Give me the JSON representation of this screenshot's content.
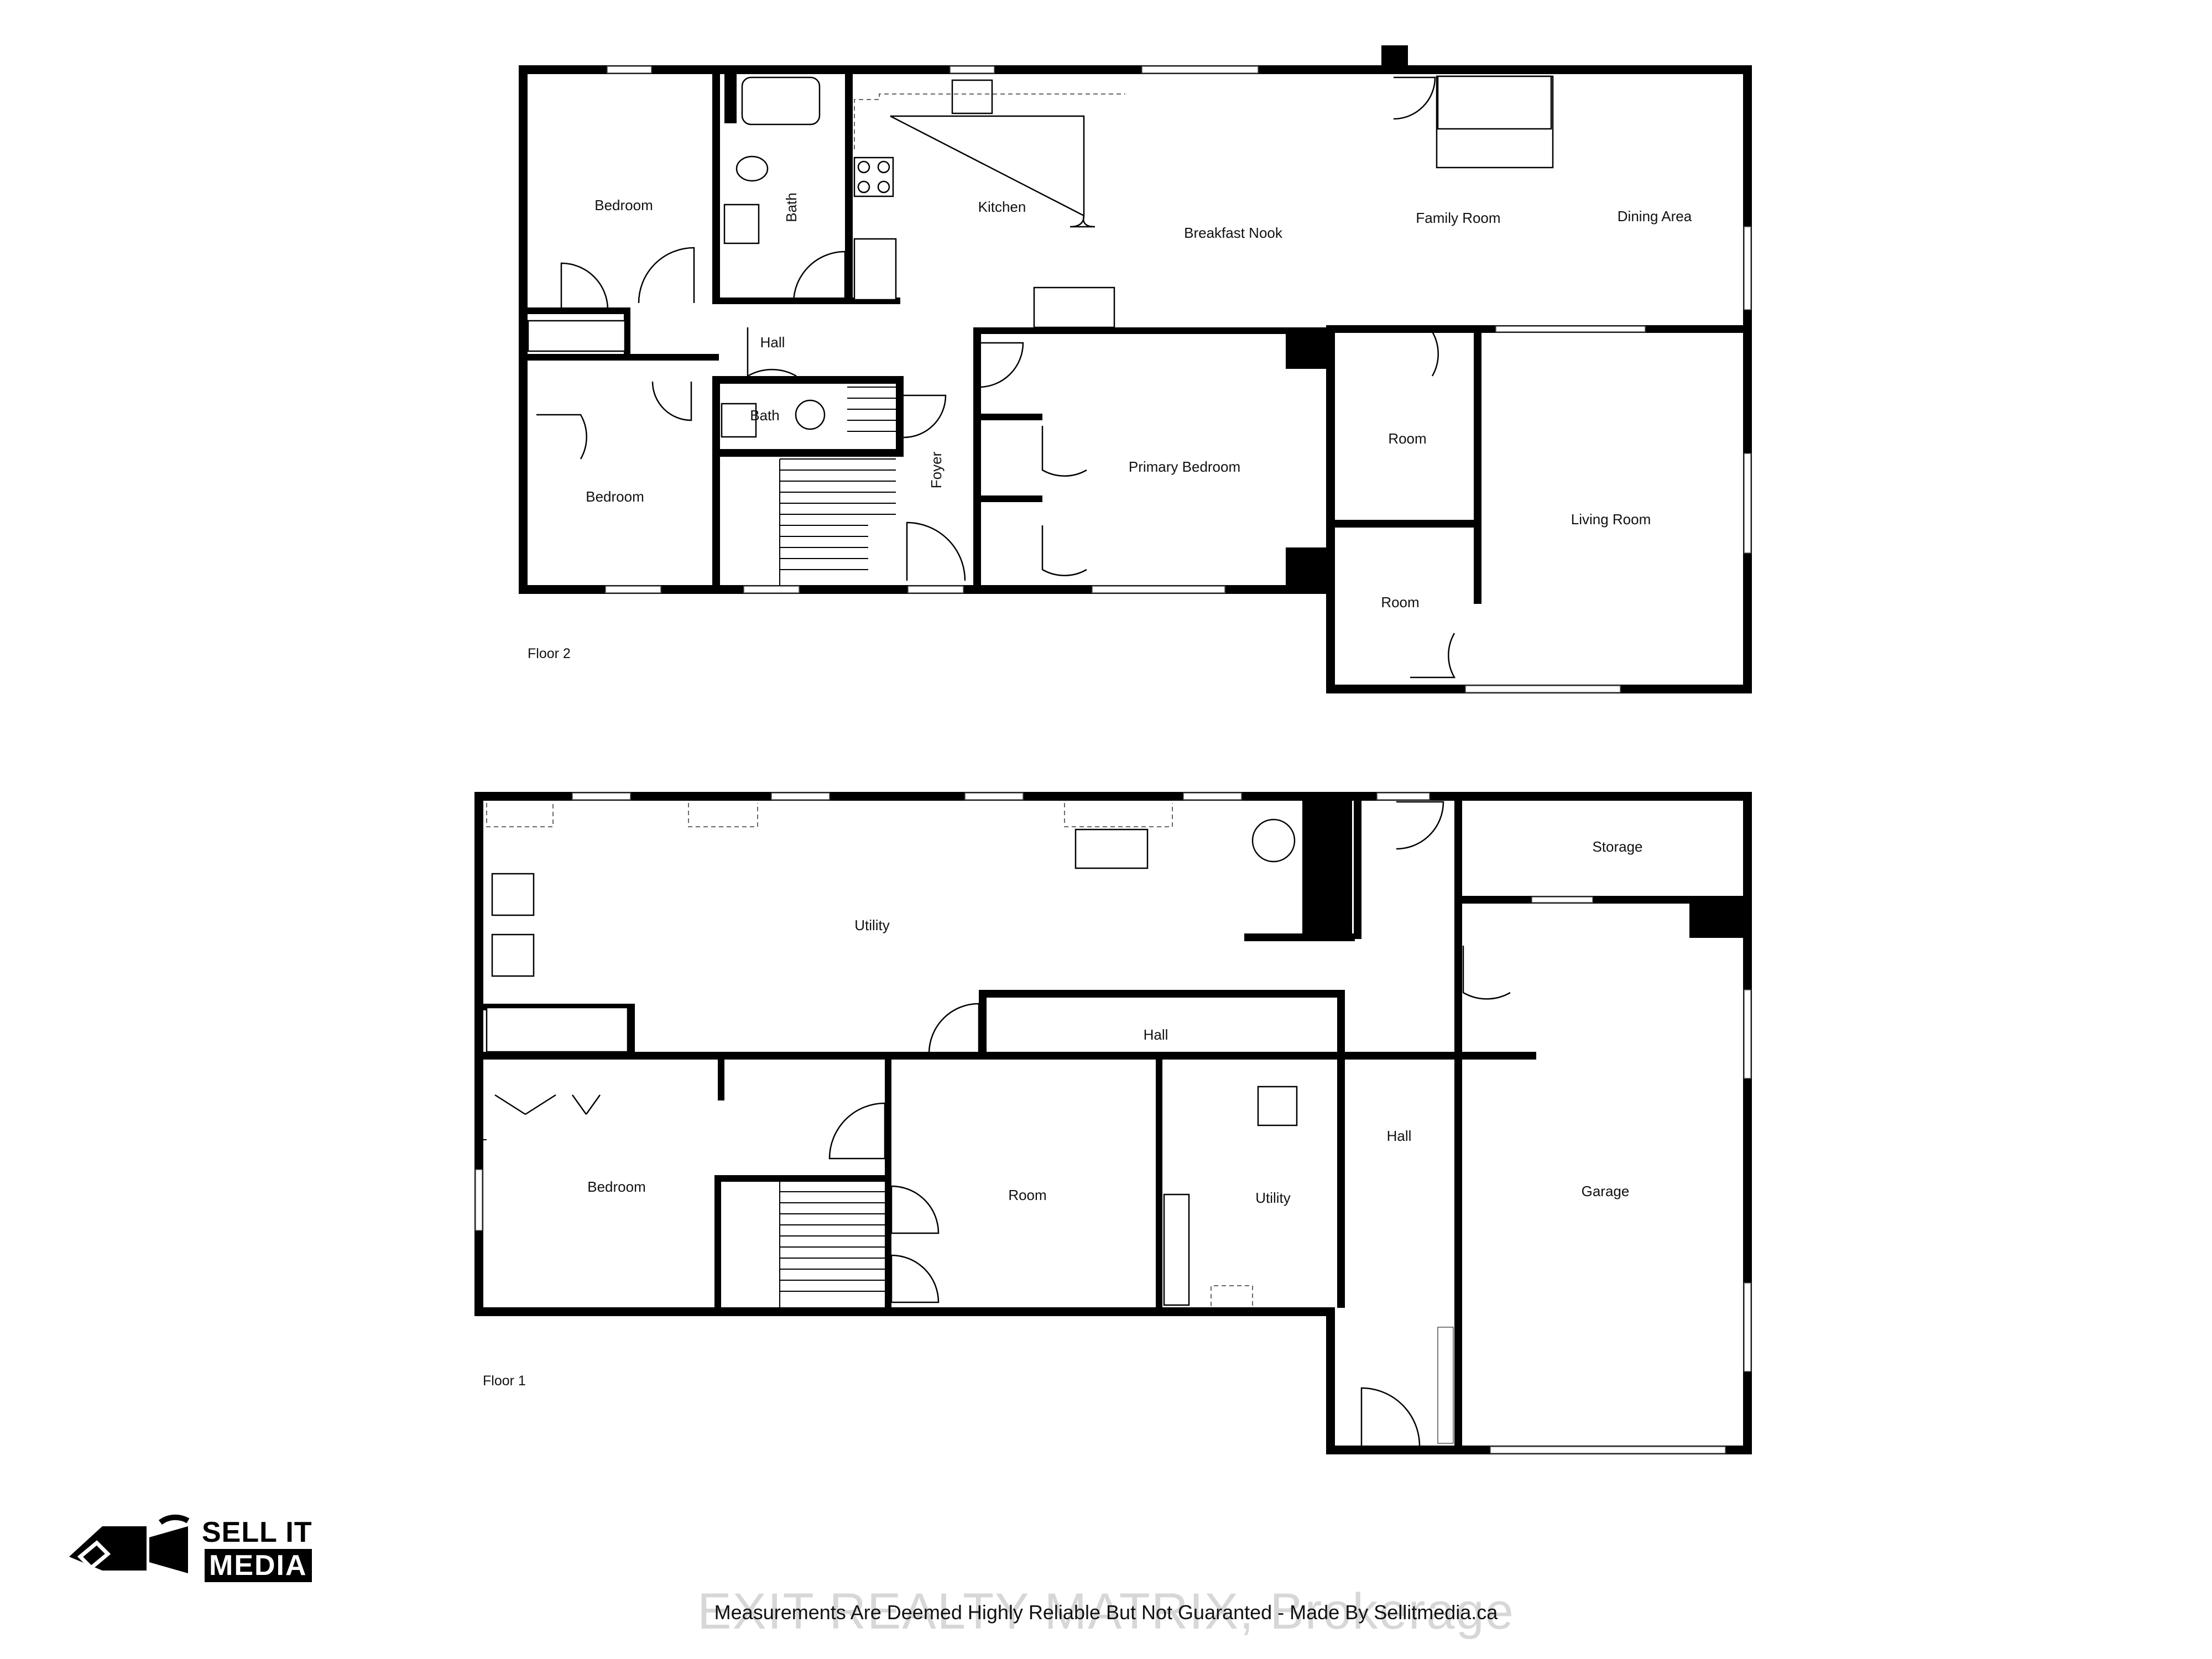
{
  "floor2": {
    "label": "Floor 2",
    "rooms": {
      "bedroom_a": "Bedroom",
      "bath_top": "Bath",
      "kitchen": "Kitchen",
      "breakfast_nook": "Breakfast Nook",
      "family_room": "Family Room",
      "dining_area": "Dining Area",
      "hall": "Hall",
      "bath_small": "Bath",
      "bedroom_b": "Bedroom",
      "foyer": "Foyer",
      "primary_bedroom": "Primary Bedroom",
      "room_a": "Room",
      "room_b": "Room",
      "living_room": "Living Room"
    }
  },
  "floor1": {
    "label": "Floor 1",
    "rooms": {
      "utility_main": "Utility",
      "storage": "Storage",
      "hall_small": "Hall",
      "hall_long": "Hall",
      "bedroom": "Bedroom",
      "room": "Room",
      "utility_small": "Utility",
      "garage": "Garage"
    }
  },
  "logo": {
    "line1": "SELL IT",
    "line2": "MEDIA"
  },
  "footer": "Measurements Are Deemed Highly Reliable But Not Guaranted - Made By Sellitmedia.ca",
  "watermark": "EXIT REALTY MATRIX, Brokerage"
}
